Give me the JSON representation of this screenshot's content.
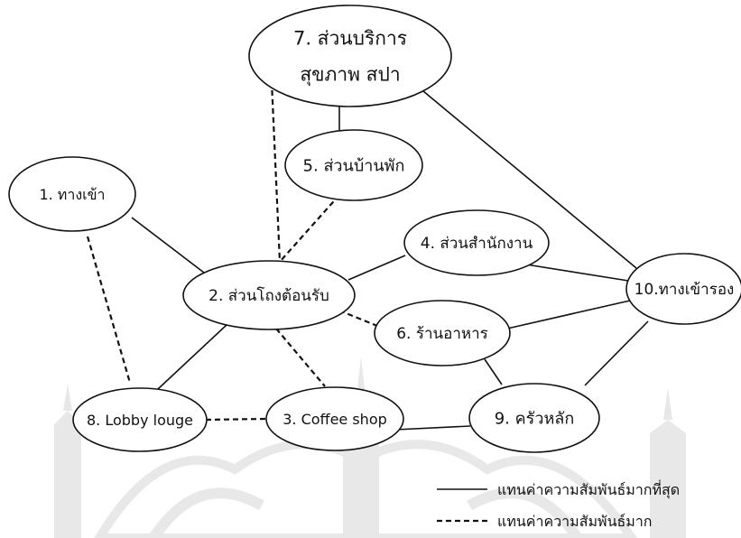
{
  "nodes": [
    {
      "id": "n1",
      "lines": [
        "1. ทางเข้า"
      ]
    },
    {
      "id": "n2",
      "lines": [
        "2. ส่วนโถงต้อนรับ"
      ]
    },
    {
      "id": "n3",
      "lines": [
        "3. Coffee shop"
      ]
    },
    {
      "id": "n4",
      "lines": [
        "4. ส่วนสำนักงาน"
      ]
    },
    {
      "id": "n5",
      "lines": [
        "5. ส่วนบ้านพัก"
      ]
    },
    {
      "id": "n6",
      "lines": [
        "6. ร้านอาหาร"
      ]
    },
    {
      "id": "n7",
      "lines": [
        "7. ส่วนบริการ",
        "สุขภาพ สปา"
      ]
    },
    {
      "id": "n8",
      "lines": [
        "8. Lobby louge"
      ]
    },
    {
      "id": "n9",
      "lines": [
        "9. ครัวหลัก"
      ]
    },
    {
      "id": "n10",
      "lines": [
        "10.ทางเข้ารอง"
      ]
    }
  ],
  "edges": [
    {
      "from": "n1",
      "to": "n2",
      "type": "strong"
    },
    {
      "from": "n1",
      "to": "n8",
      "type": "weak"
    },
    {
      "from": "n2",
      "to": "n4",
      "type": "strong"
    },
    {
      "from": "n2",
      "to": "n5",
      "type": "weak"
    },
    {
      "from": "n2",
      "to": "n7",
      "type": "weak"
    },
    {
      "from": "n2",
      "to": "n6",
      "type": "weak"
    },
    {
      "from": "n2",
      "to": "n3",
      "type": "weak"
    },
    {
      "from": "n2",
      "to": "n8",
      "type": "strong"
    },
    {
      "from": "n7",
      "to": "n5",
      "type": "strong"
    },
    {
      "from": "n7",
      "to": "n10",
      "type": "strong"
    },
    {
      "from": "n4",
      "to": "n10",
      "type": "strong"
    },
    {
      "from": "n6",
      "to": "n10",
      "type": "strong"
    },
    {
      "from": "n9",
      "to": "n10",
      "type": "strong"
    },
    {
      "from": "n6",
      "to": "n9",
      "type": "strong"
    },
    {
      "from": "n8",
      "to": "n3",
      "type": "weak"
    },
    {
      "from": "n3",
      "to": "n9",
      "type": "strong"
    }
  ],
  "legend": {
    "strong_label": "แทนค่าความสัมพันธ์มากที่สุด",
    "weak_label": "แทนค่าความสัมพันธ์มาก"
  }
}
